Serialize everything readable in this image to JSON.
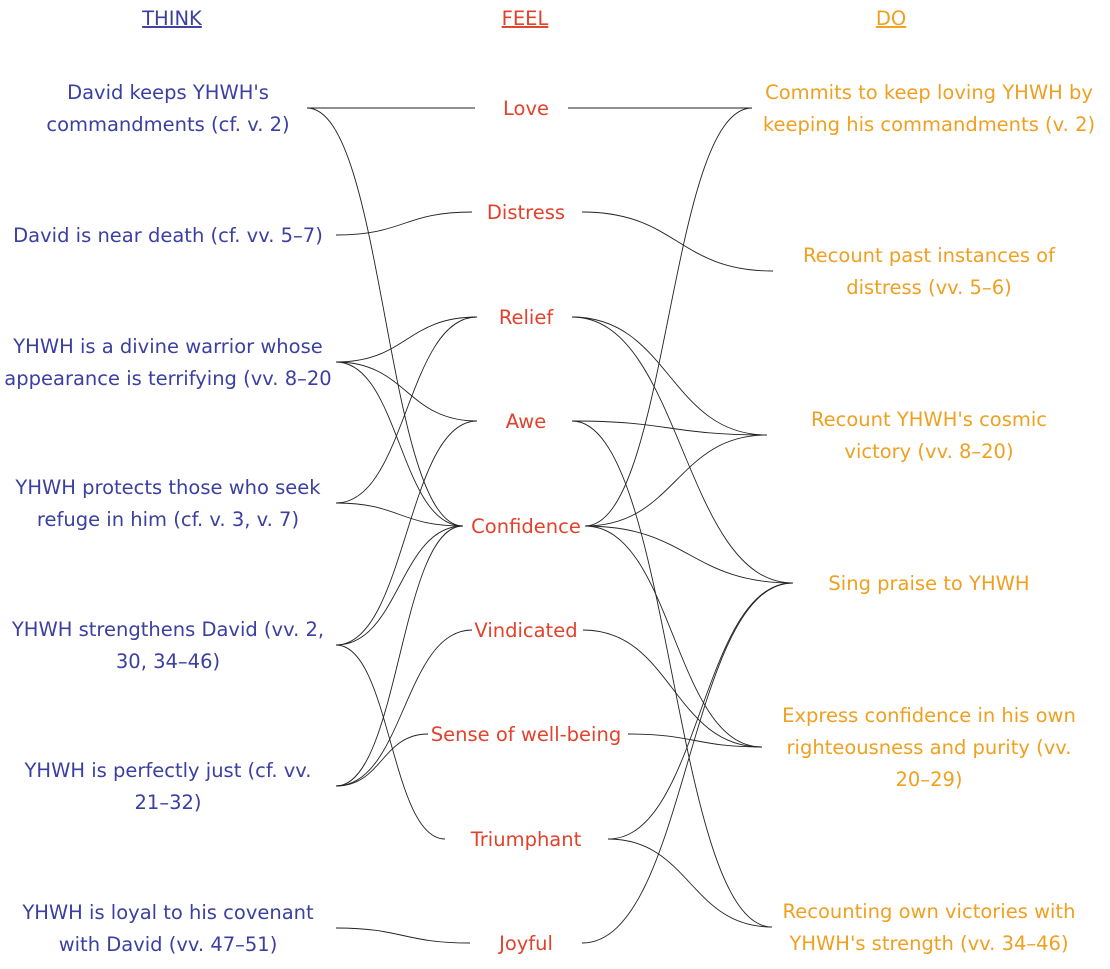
{
  "headers": {
    "think": "THINK",
    "feel": "FEEL",
    "do": "DO"
  },
  "colors": {
    "think": "#3a3fa0",
    "feel": "#e2412c",
    "do": "#f0a020",
    "line": "#222222"
  },
  "think": [
    {
      "id": "t1",
      "lines": [
        "David keeps YHWH's",
        "commandments (cf. v. 2)"
      ]
    },
    {
      "id": "t2",
      "lines": [
        "David is near death (cf. vv. 5–7)"
      ]
    },
    {
      "id": "t3",
      "lines": [
        "YHWH is a divine warrior whose",
        "appearance is terrifying (vv. 8–20"
      ]
    },
    {
      "id": "t4",
      "lines": [
        "YHWH protects those who seek",
        "refuge in him (cf. v. 3, v. 7)"
      ]
    },
    {
      "id": "t5",
      "lines": [
        "YHWH strengthens David (vv. 2,",
        "30, 34–46)"
      ]
    },
    {
      "id": "t6",
      "lines": [
        "YHWH is perfectly just (cf. vv.",
        "21–32)"
      ]
    },
    {
      "id": "t7",
      "lines": [
        "YHWH is loyal to his covenant",
        "with David (vv. 47–51)"
      ]
    }
  ],
  "feel": [
    {
      "id": "f1",
      "lines": [
        "Love"
      ]
    },
    {
      "id": "f2",
      "lines": [
        "Distress"
      ]
    },
    {
      "id": "f3",
      "lines": [
        "Relief"
      ]
    },
    {
      "id": "f4",
      "lines": [
        "Awe"
      ]
    },
    {
      "id": "f5",
      "lines": [
        "Confidence"
      ]
    },
    {
      "id": "f6",
      "lines": [
        "Vindicated"
      ]
    },
    {
      "id": "f7",
      "lines": [
        "Sense of well-being"
      ]
    },
    {
      "id": "f8",
      "lines": [
        "Triumphant"
      ]
    },
    {
      "id": "f9",
      "lines": [
        "Joyful"
      ]
    }
  ],
  "do": [
    {
      "id": "d1",
      "lines": [
        "Commits to keep loving YHWH by",
        "keeping his commandments (v. 2)"
      ]
    },
    {
      "id": "d2",
      "lines": [
        "Recount past instances of",
        "distress (vv. 5–6)"
      ]
    },
    {
      "id": "d3",
      "lines": [
        "Recount YHWH's cosmic",
        "victory (vv. 8–20)"
      ]
    },
    {
      "id": "d4",
      "lines": [
        "Sing praise to YHWH"
      ]
    },
    {
      "id": "d5",
      "lines": [
        "Express confidence in his own",
        "righteousness and purity (vv.",
        "20–29)"
      ]
    },
    {
      "id": "d6",
      "lines": [
        "Recounting own victories with",
        "YHWH's strength (vv. 34–46)"
      ]
    }
  ],
  "think_feel_links": [
    [
      "t1",
      "f1"
    ],
    [
      "t1",
      "f5"
    ],
    [
      "t2",
      "f2"
    ],
    [
      "t3",
      "f3"
    ],
    [
      "t3",
      "f4"
    ],
    [
      "t3",
      "f5"
    ],
    [
      "t4",
      "f3"
    ],
    [
      "t4",
      "f5"
    ],
    [
      "t5",
      "f4"
    ],
    [
      "t5",
      "f5"
    ],
    [
      "t5",
      "f8"
    ],
    [
      "t6",
      "f5"
    ],
    [
      "t6",
      "f6"
    ],
    [
      "t6",
      "f7"
    ],
    [
      "t7",
      "f9"
    ]
  ],
  "feel_do_links": [
    [
      "f1",
      "d1"
    ],
    [
      "f2",
      "d2"
    ],
    [
      "f3",
      "d3"
    ],
    [
      "f3",
      "d4"
    ],
    [
      "f4",
      "d3"
    ],
    [
      "f4",
      "d6"
    ],
    [
      "f5",
      "d1"
    ],
    [
      "f5",
      "d3"
    ],
    [
      "f5",
      "d4"
    ],
    [
      "f5",
      "d5"
    ],
    [
      "f6",
      "d5"
    ],
    [
      "f7",
      "d5"
    ],
    [
      "f8",
      "d4"
    ],
    [
      "f8",
      "d6"
    ],
    [
      "f9",
      "d4"
    ]
  ]
}
